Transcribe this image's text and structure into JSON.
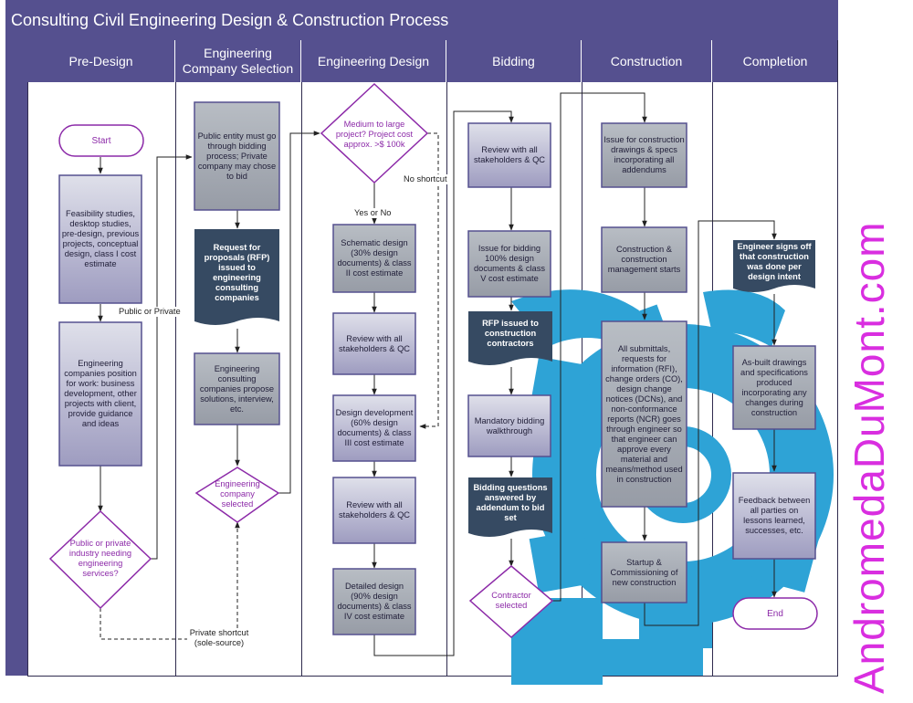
{
  "title": "Consulting Civil Engineering Design & Construction Process",
  "lanes": {
    "pre_design": "Pre-Design",
    "company_selection": "Engineering Company Selection",
    "engineering_design": "Engineering Design",
    "bidding": "Bidding",
    "construction": "Construction",
    "completion": "Completion"
  },
  "nodes": {
    "start": "Start",
    "feasibility": "Feasibility studies, desktop studies, pre-design, previous projects, conceptual design, class I cost estimate",
    "engineering_position": "Engineering companies position for work: business development, other projects with client, provide guidance and ideas",
    "industry_decision": "Public or private industry needing engineering services?",
    "public_entity": "Public entity must go through bidding process; Private company may chose to bid",
    "rfp_engineering": "Request for proposals (RFP) issued to engineering consulting companies",
    "propose_solutions": "Engineering consulting companies propose solutions, interview, etc.",
    "company_selected": "Engineering company selected",
    "project_size": "Medium to large project? Project cost approx. >$ 100k",
    "schematic": "Schematic design (30% design documents) & class II cost estimate",
    "review_1": "Review with all stakeholders & QC",
    "design_development": "Design development (60% design documents) & class III cost estimate",
    "review_2": "Review with all stakeholders & QC",
    "detailed_design": "Detailed design (90% design documents) & class IV cost estimate",
    "review_3": "Review with all stakeholders & QC",
    "issue_bidding": "Issue for bidding 100% design documents & class V cost estimate",
    "rfp_construction": "RFP issued to construction contractors",
    "walkthrough": "Mandatory bidding walkthrough",
    "bidding_questions": "Bidding questions answered by addendum to bid set",
    "contractor_selected": "Contractor selected",
    "issue_construction": "Issue for construction drawings & specs incorporating all addendums",
    "construction_starts": "Construction & construction management starts",
    "submittals": "All submittals, requests for information (RFI), change orders (CO), design change notices (DCNs), and non-conformance reports (NCR) goes through engineer so that engineer can approve every material and means/method used in construction",
    "startup": "Startup & Commissioning of new construction",
    "engineer_signs": "Engineer signs off that construction was done per design intent",
    "as_built": "As-built drawings and specifications produced incorporating any changes during construction",
    "feedback": "Feedback between all parties on lessons learned, successes, etc.",
    "end": "End"
  },
  "labels": {
    "public_or_private": "Public or Private",
    "no_shortcut": "No shortcut",
    "yes_or_no": "Yes or No",
    "private_shortcut": "Private shortcut (sole-source)"
  },
  "watermark": "AndromedaDuMont.com",
  "colors": {
    "header": "#55508f",
    "process_fill": "#a7adb5",
    "process_border": "#55508f",
    "document_fill": "#364a62",
    "terminator_border": "#8c2aa8",
    "gear": "#2ea3d6",
    "watermark": "#d92ee0"
  }
}
